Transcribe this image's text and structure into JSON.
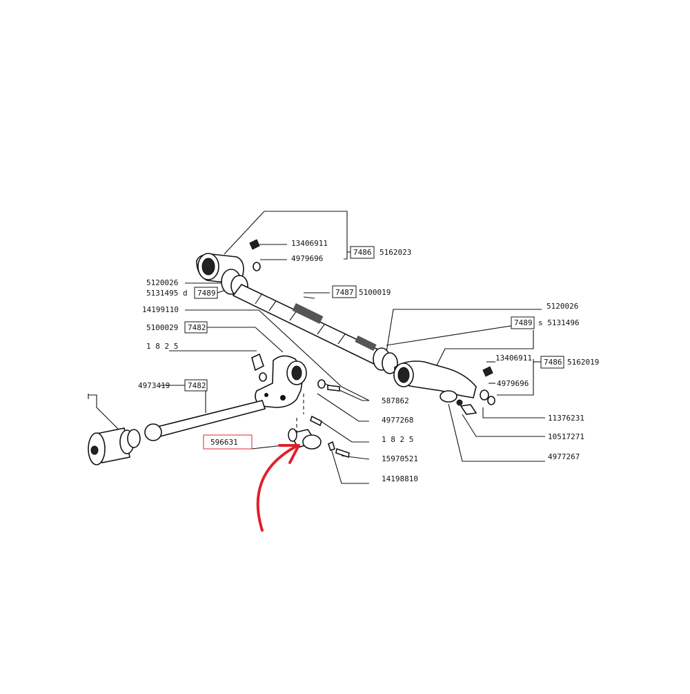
{
  "diagram": {
    "labels": {
      "p13406911_top": "13406911",
      "p4979696_top": "4979696",
      "ref7486_top": "7486",
      "p5162023": "5162023",
      "p5120026_left": "5120026",
      "p5131495": "5131495 d",
      "ref7489_left": "7489",
      "ref7487": "7487",
      "p5100019": "5100019",
      "p14199110": "14199110",
      "p5100029": "5100029",
      "ref7482_a": "7482",
      "p1825_left": "1 8 2 5",
      "p4973419": "4973419",
      "ref7482_b": "7482",
      "p596631": "596631",
      "p5120026_right": "5120026",
      "ref7489_right": "7489",
      "p5131496": "s 5131496",
      "p13406911_right": "13406911",
      "ref7486_right": "7486",
      "p5162019": "5162019",
      "p4979696_right": "4979696",
      "p587862": "587862",
      "p4977268": "4977268",
      "p1825_right": "1 8 2 5",
      "p15970521": "15970521",
      "p14198810": "14198810",
      "p11376231": "11376231",
      "p10517271": "10517271",
      "p4977267": "4977267"
    },
    "highlight": {
      "part": "596631",
      "color": "#e0202a"
    }
  }
}
